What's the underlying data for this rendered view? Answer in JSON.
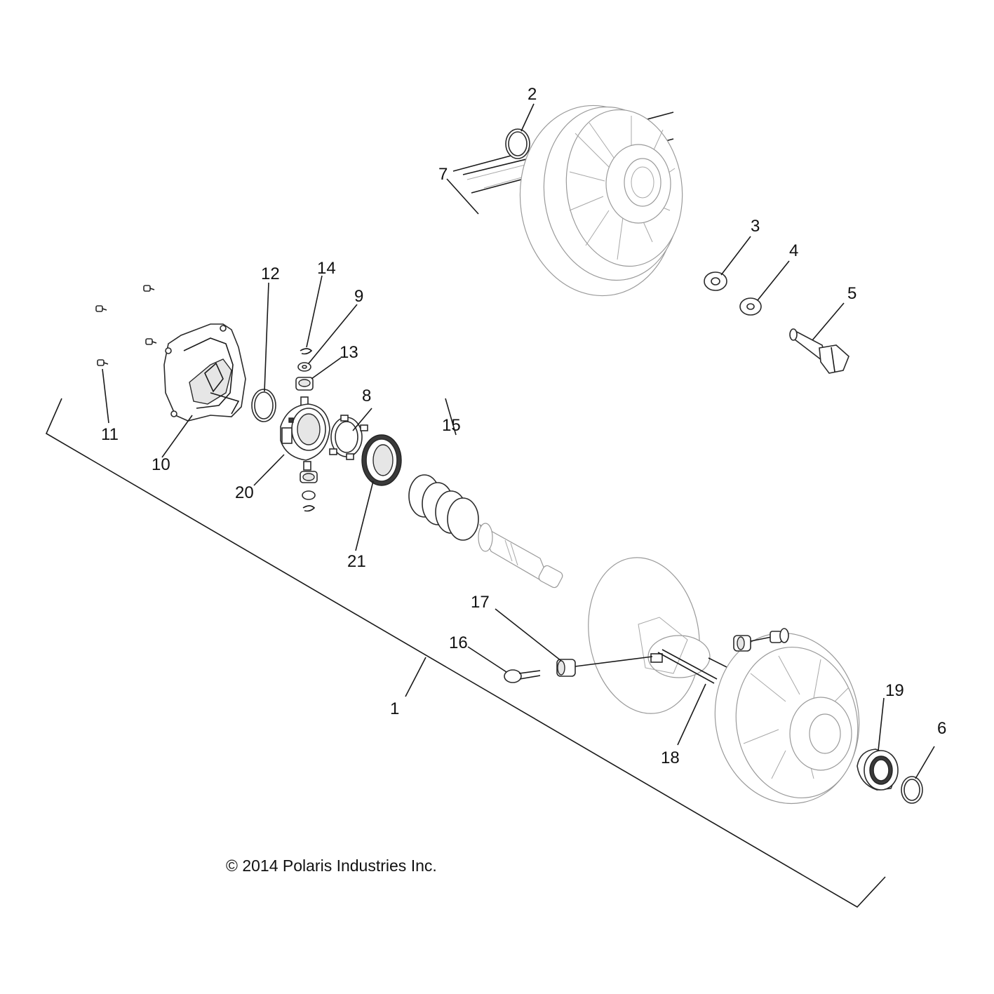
{
  "copyright": "© 2014 Polaris Industries Inc.",
  "callouts": {
    "c1": "1",
    "c2": "2",
    "c3": "3",
    "c4": "4",
    "c5": "5",
    "c6": "6",
    "c7": "7",
    "c8": "8",
    "c9": "9",
    "c10": "10",
    "c11": "11",
    "c12": "12",
    "c13": "13",
    "c14": "14",
    "c15": "15",
    "c16": "16",
    "c17": "17",
    "c18": "18",
    "c19": "19",
    "c20": "20",
    "c21": "21"
  }
}
